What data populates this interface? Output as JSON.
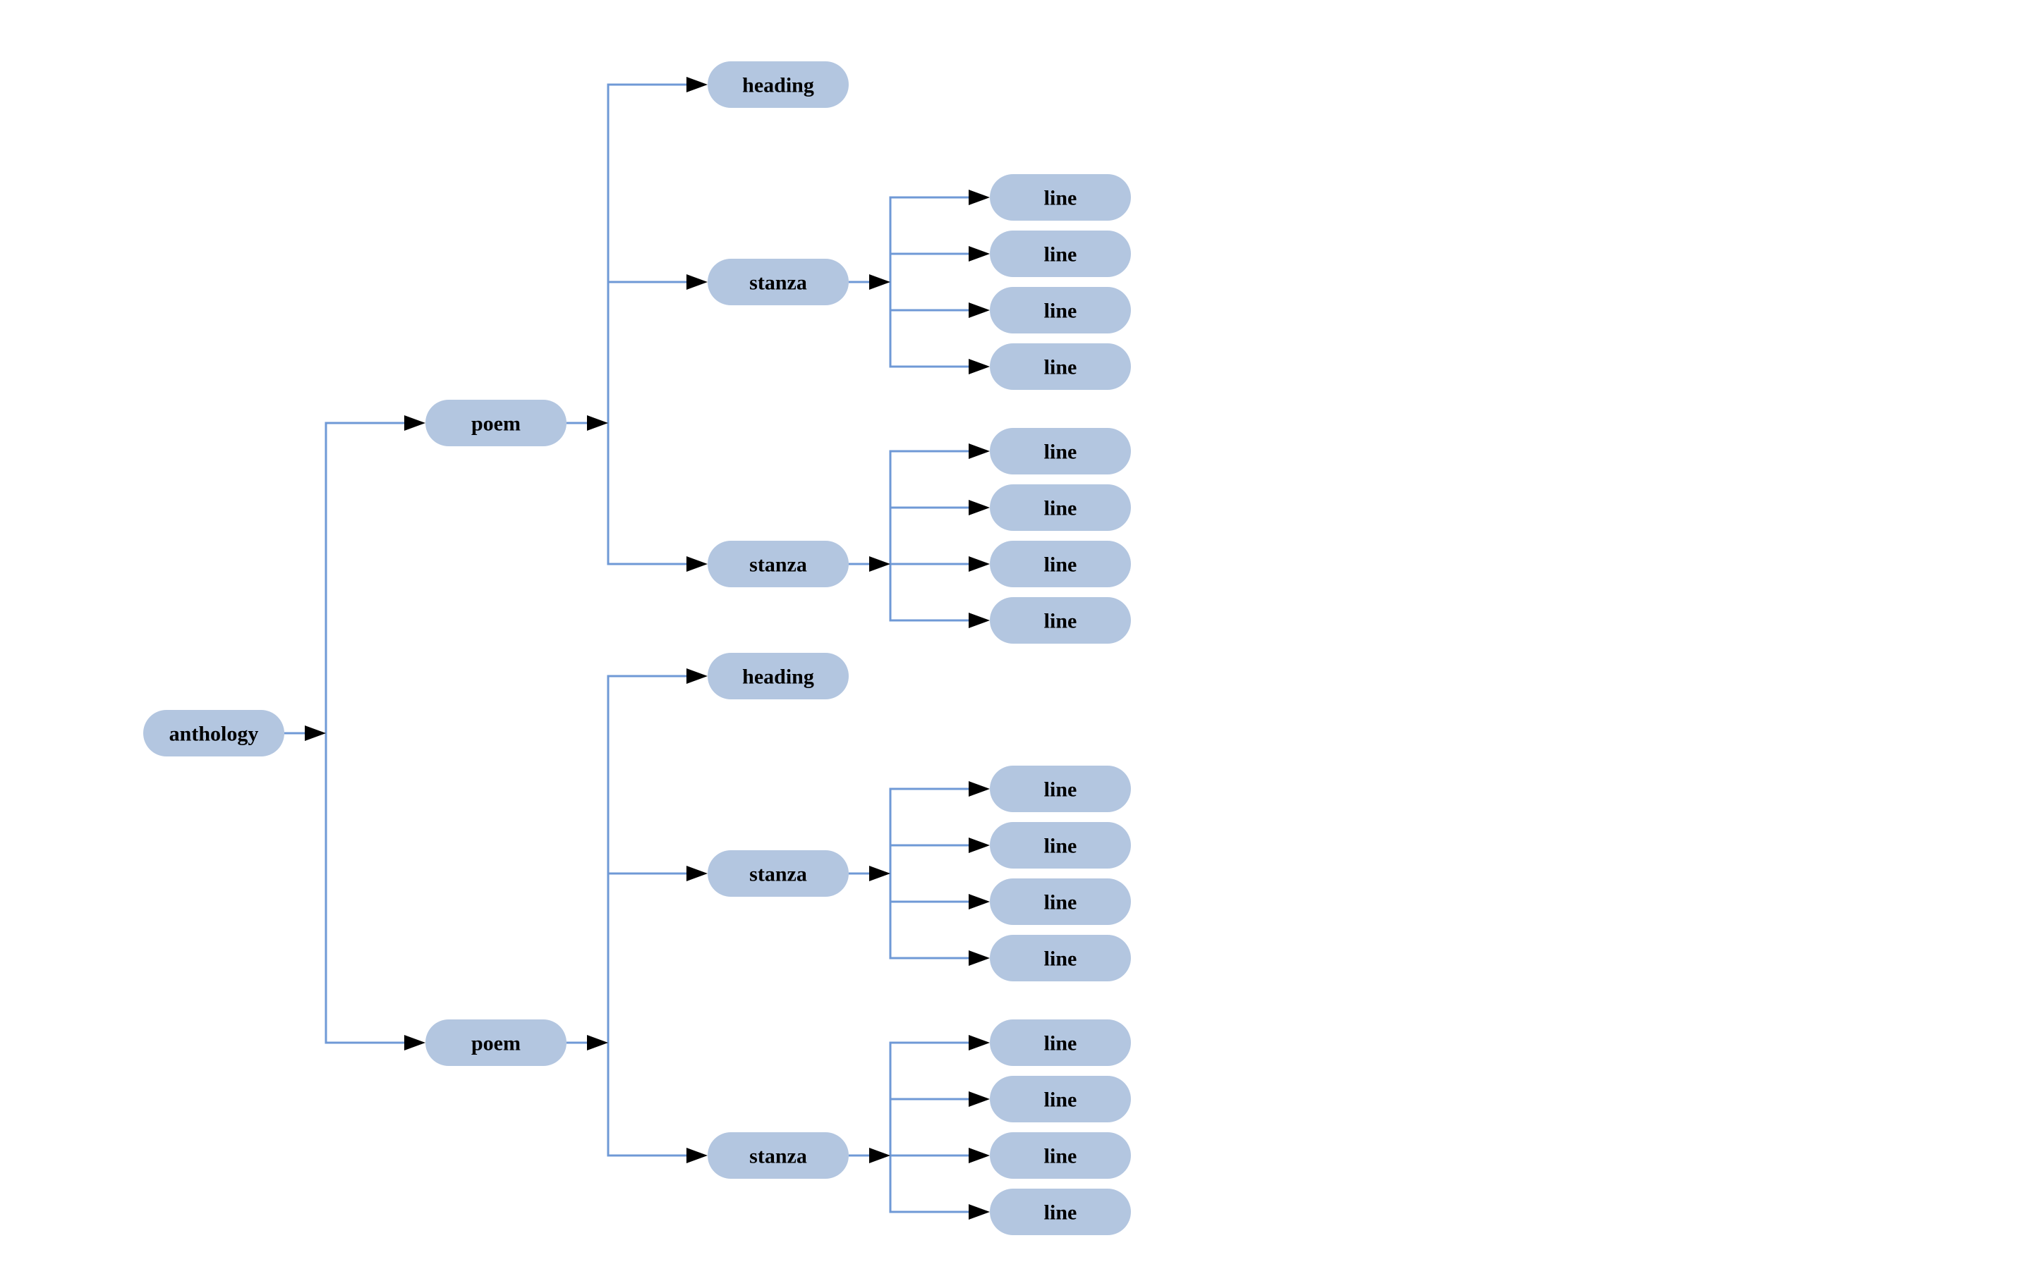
{
  "colors": {
    "background": "#ffffff",
    "node_fill": "#b3c6e0",
    "edge": "#6f99d6",
    "arrowhead": "#000000",
    "text": "#000000"
  },
  "tree": {
    "label": "anthology",
    "children": [
      {
        "label": "poem",
        "children": [
          {
            "label": "heading",
            "children": []
          },
          {
            "label": "stanza",
            "children": [
              {
                "label": "line"
              },
              {
                "label": "line"
              },
              {
                "label": "line"
              },
              {
                "label": "line"
              }
            ]
          },
          {
            "label": "stanza",
            "children": [
              {
                "label": "line"
              },
              {
                "label": "line"
              },
              {
                "label": "line"
              },
              {
                "label": "line"
              }
            ]
          }
        ]
      },
      {
        "label": "poem",
        "children": [
          {
            "label": "heading",
            "children": []
          },
          {
            "label": "stanza",
            "children": [
              {
                "label": "line"
              },
              {
                "label": "line"
              },
              {
                "label": "line"
              },
              {
                "label": "line"
              }
            ]
          },
          {
            "label": "stanza",
            "children": [
              {
                "label": "line"
              },
              {
                "label": "line"
              },
              {
                "label": "line"
              },
              {
                "label": "line"
              }
            ]
          }
        ]
      }
    ]
  }
}
